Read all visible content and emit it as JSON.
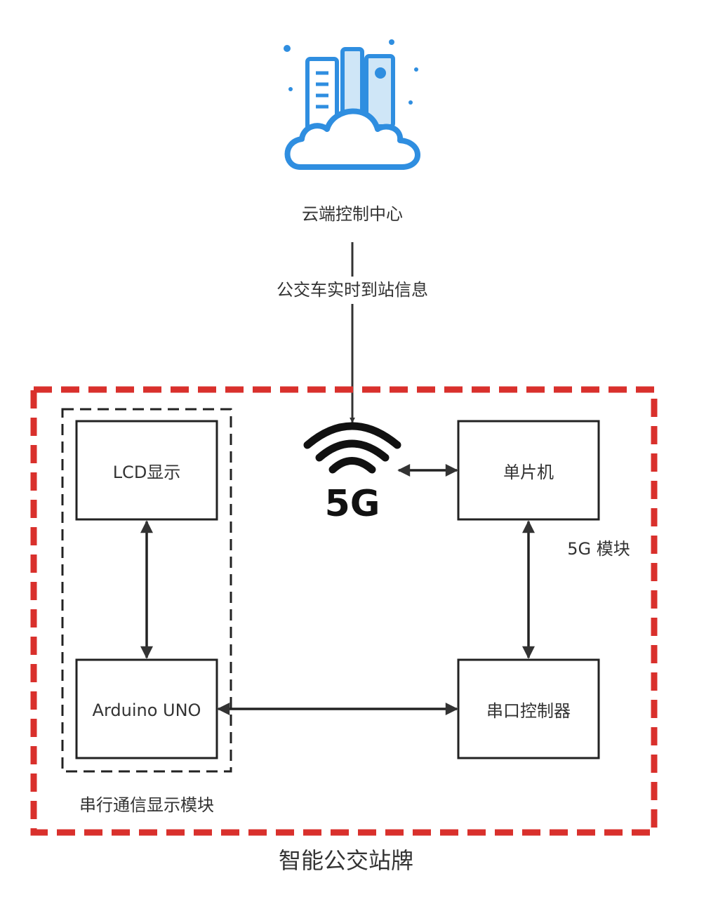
{
  "cloud": {
    "label": "云端控制中心",
    "icon": "cloud-city-icon"
  },
  "link": {
    "label": "公交车实时到站信息"
  },
  "wireless": {
    "icon": "5g-signal-icon",
    "text": "5G"
  },
  "boxes": {
    "lcd": "LCD显示",
    "arduino": "Arduino UNO",
    "mcu": "单片机",
    "serial_controller": "串口控制器"
  },
  "groups": {
    "serial_module": "串行通信显示模块",
    "module_5g": "5G 模块",
    "station": "智能公交站牌"
  },
  "colors": {
    "outer_border": "#d9302c",
    "inner_border": "#222222",
    "icon_blue": "#2f8ee0",
    "icon_light": "#cfe6f7",
    "arrow": "#333333"
  }
}
